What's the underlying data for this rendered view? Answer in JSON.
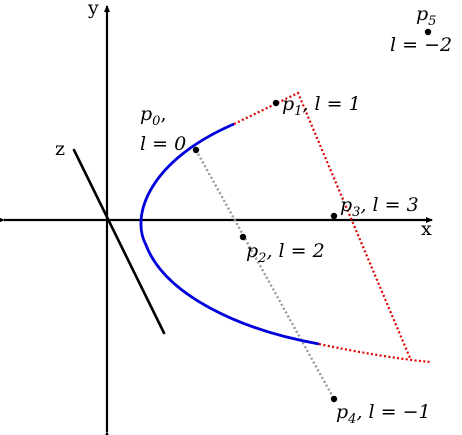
{
  "axes": {
    "x": "x",
    "y": "y",
    "z": "z"
  },
  "points": [
    {
      "id": "p0",
      "sub": "0",
      "line1": ",",
      "line2": "l = 0"
    },
    {
      "id": "p1",
      "sub": "1",
      "text": ", l = 1"
    },
    {
      "id": "p2",
      "sub": "2",
      "text": ", l = 2"
    },
    {
      "id": "p3",
      "sub": "3",
      "text": ", l = 3"
    },
    {
      "id": "p4",
      "sub": "4",
      "text": ", l = −1"
    },
    {
      "id": "p5",
      "sub": "5",
      "text": "l = −2"
    }
  ],
  "colors": {
    "axis": "#000000",
    "curve": "#0000dd",
    "control_polygon": "#dd0000",
    "construction_line": "#999999",
    "point": "#000000"
  }
}
